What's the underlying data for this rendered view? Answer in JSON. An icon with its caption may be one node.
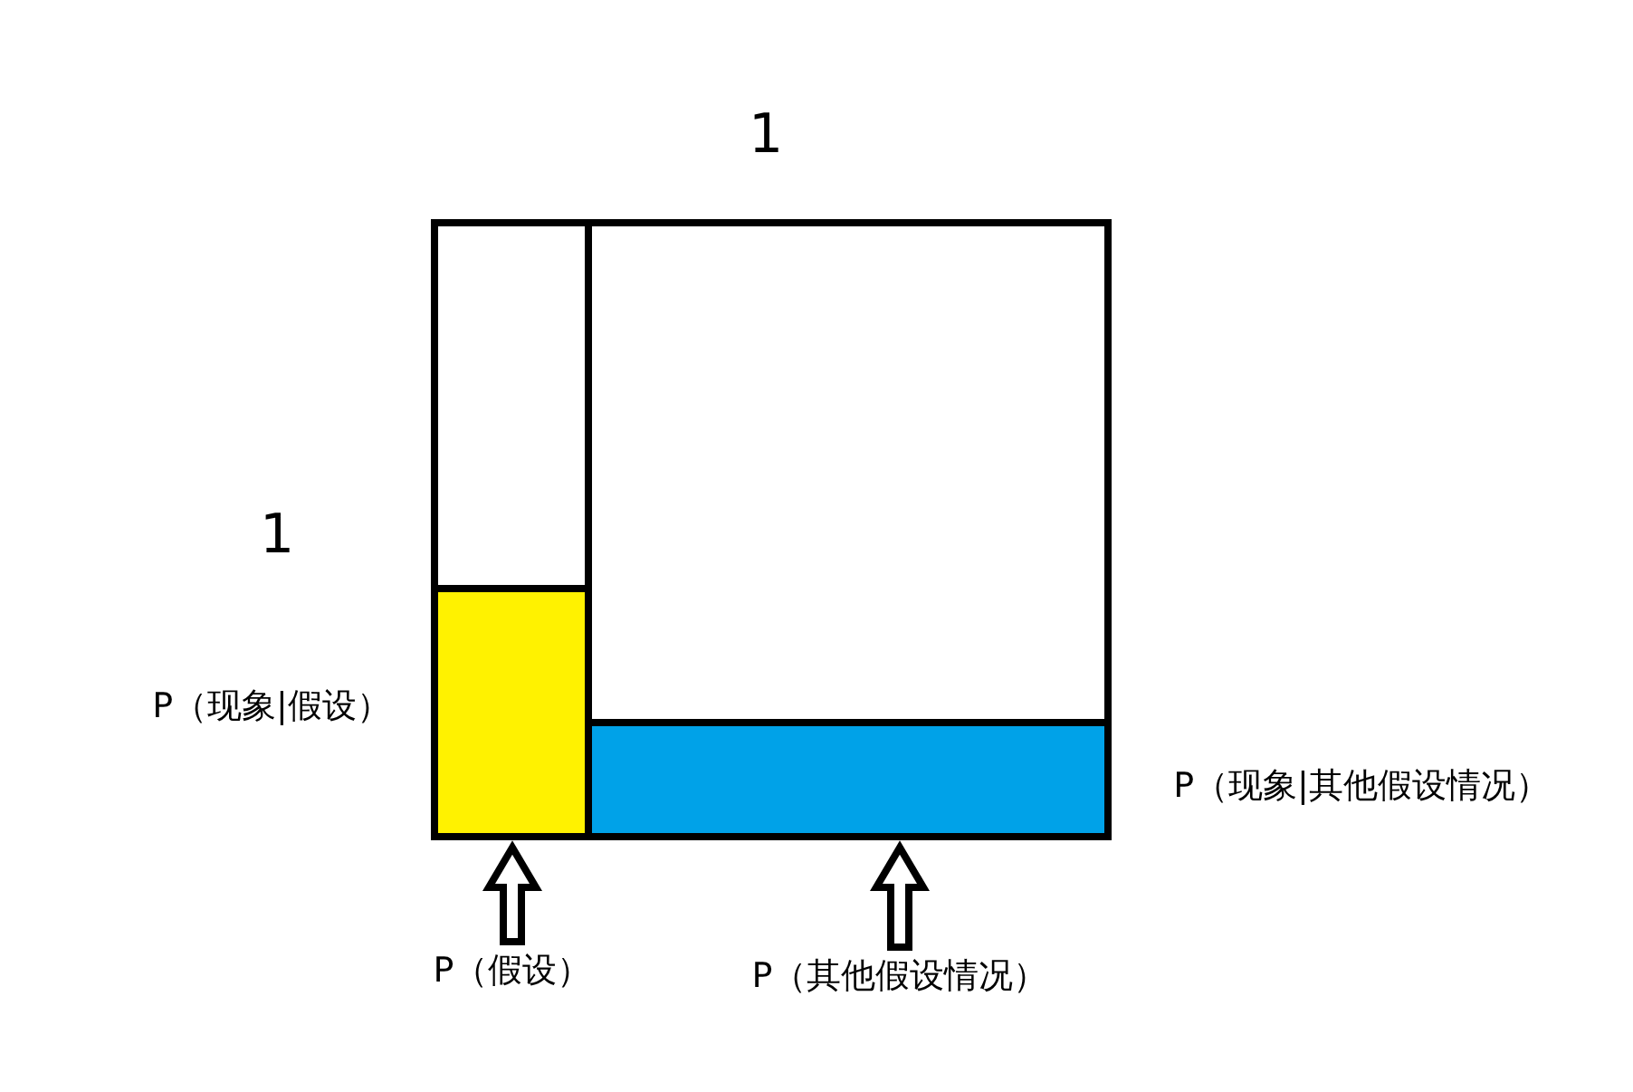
{
  "diagram": {
    "nodes": [
      {
        "text": [],
        "shape": "box"
      },
      {
        "text": [],
        "shape": "box",
        "in": 0
      },
      {
        "text": [],
        "shape": "box",
        "in": 0
      },
      {
        "text": [],
        "shape": "bar",
        "in": 1
      },
      {
        "text": [],
        "shape": "bar",
        "in": 2
      },
      {
        "text": [
          "P（假设）"
        ]
      },
      {
        "text": [
          "P（其他假设情况）"
        ]
      }
    ],
    "edges": [
      {
        "from": 5,
        "to": 3,
        "arrow": "to"
      },
      {
        "from": 6,
        "to": 4,
        "arrow": "to"
      }
    ],
    "labels": [
      "1",
      "1",
      "P（现象|假设）",
      "P（现象|其他假设情况）"
    ]
  }
}
